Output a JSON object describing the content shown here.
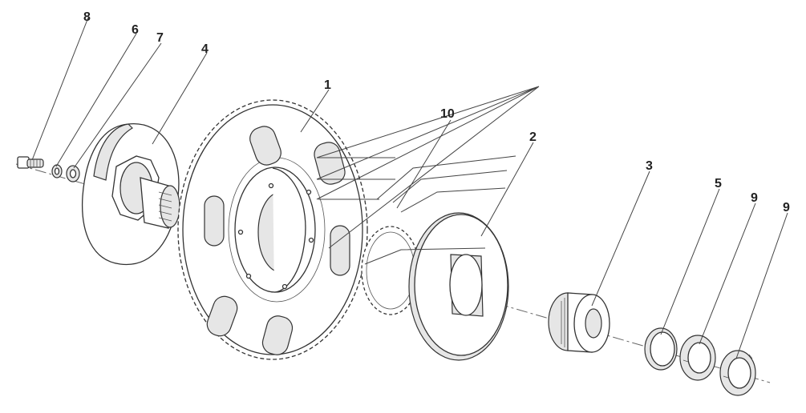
{
  "labels": [
    {
      "id": "1",
      "text": "1"
    },
    {
      "id": "2",
      "text": "2"
    },
    {
      "id": "3",
      "text": "3"
    },
    {
      "id": "4",
      "text": "4"
    },
    {
      "id": "5",
      "text": "5"
    },
    {
      "id": "6",
      "text": "6"
    },
    {
      "id": "7",
      "text": "7"
    },
    {
      "id": "8",
      "text": "8"
    },
    {
      "id": "9a",
      "text": "9"
    },
    {
      "id": "9b",
      "text": "9"
    },
    {
      "id": "10",
      "text": "10"
    }
  ]
}
